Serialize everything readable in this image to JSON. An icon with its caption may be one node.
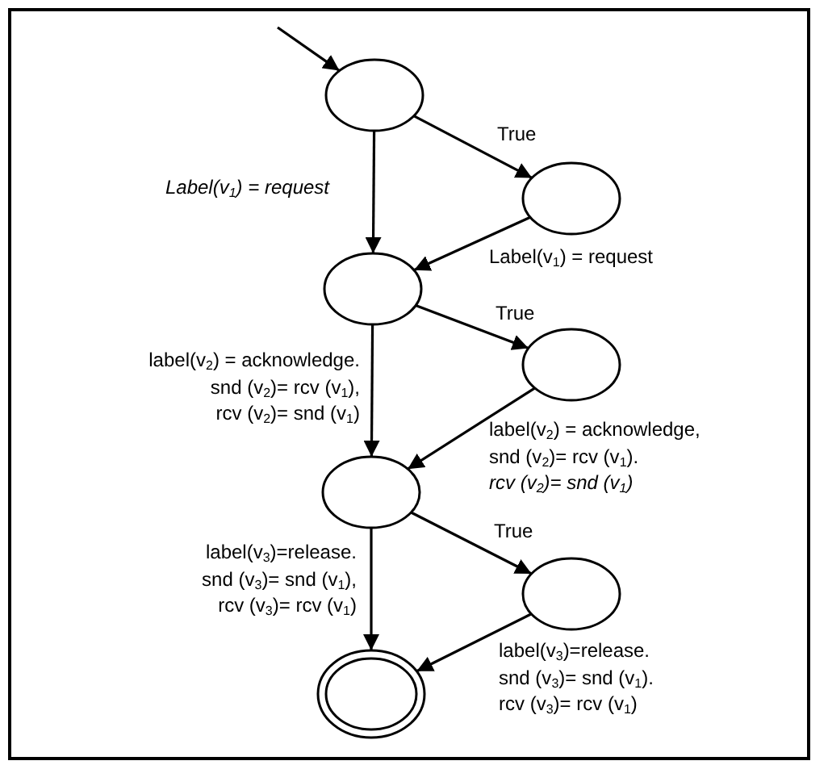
{
  "diagram": {
    "nodes": [
      {
        "text": [],
        "shape": "ellipse"
      },
      {
        "text": [],
        "shape": "ellipse"
      },
      {
        "text": [],
        "shape": "ellipse"
      },
      {
        "text": [],
        "shape": "ellipse"
      },
      {
        "text": [],
        "shape": "ellipse"
      },
      {
        "text": [],
        "shape": "ellipse"
      },
      {
        "text": [],
        "shape": "double-ellipse"
      }
    ],
    "edges": [
      {
        "from": null,
        "to": 0,
        "arrow": "to"
      },
      {
        "from": 0,
        "to": 2,
        "arrow": "to",
        "label": "Label(v$_{1}$) = request"
      },
      {
        "from": 0,
        "to": 1,
        "arrow": "to",
        "label": "True"
      },
      {
        "from": 1,
        "to": 2,
        "arrow": "to",
        "label": "Label(v$_{1}$) = request"
      },
      {
        "from": 2,
        "to": 4,
        "arrow": "to",
        "label": "label(v$_{2}$) = acknowledge. snd (v$_{2}$)= rcv (v$_{1}$), rcv (v$_{2}$)= snd (v$_{1}$)"
      },
      {
        "from": 2,
        "to": 3,
        "arrow": "to",
        "label": "True"
      },
      {
        "from": 3,
        "to": 4,
        "arrow": "to",
        "label": "label(v$_{2}$) = acknowledge, snd (v$_{2}$)= rcv (v$_{1}$). *rcv (v$_{2}$)= snd (v$_{1}$)*"
      },
      {
        "from": 4,
        "to": 6,
        "arrow": "to",
        "label": "label(v$_{3}$)=release. snd (v$_{3}$)= snd (v$_{1}$), rcv (v$_{3}$)= rcv (v$_{1}$)"
      },
      {
        "from": 4,
        "to": 5,
        "arrow": "to",
        "label": "True"
      },
      {
        "from": 5,
        "to": 6,
        "arrow": "to",
        "label": "label(v$_{3}$)=release. snd (v$_{3}$)= snd (v$_{1}$). rcv (v$_{3}$)= rcv (v$_{1}$)"
      }
    ]
  }
}
